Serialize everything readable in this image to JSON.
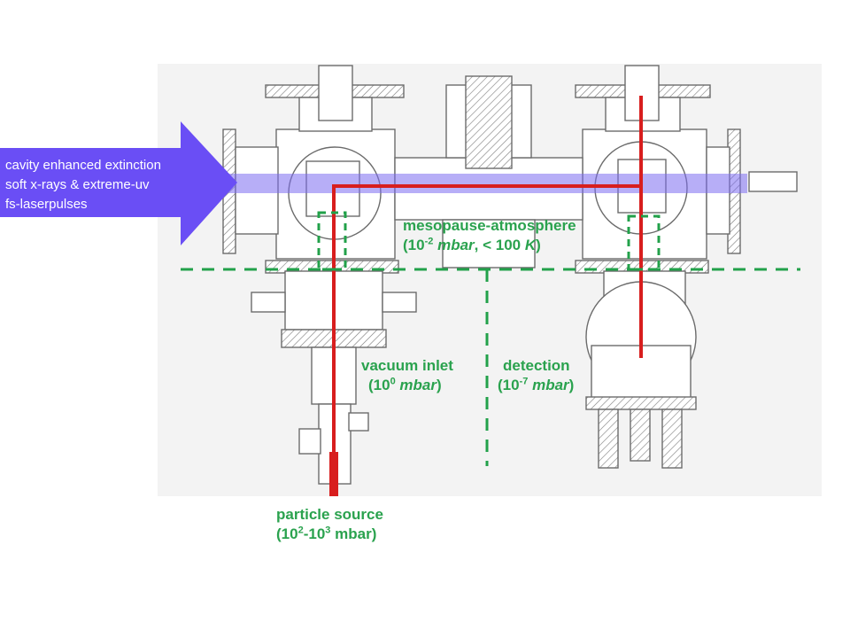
{
  "arrow": {
    "lines": [
      "cavity enhanced extinction",
      "soft x-rays & extreme-uv",
      "fs-laserpulses"
    ],
    "color": "#6a4ef5"
  },
  "labels": {
    "mesopause": {
      "line1": "mesopause-atmosphere",
      "line2_pre": "(10",
      "line2_sup": "-2",
      "line2_italic1": " mbar",
      "line2_mid": ", < 100 ",
      "line2_italic2": "K",
      "line2_post": ")"
    },
    "vacuum_inlet": {
      "line1": "vacuum inlet",
      "line2_pre": "(10",
      "line2_sup": "0",
      "line2_italic": " mbar",
      "line2_post": ")"
    },
    "detection": {
      "line1": "detection",
      "line2_pre": "(10",
      "line2_sup": "-7",
      "line2_italic": " mbar",
      "line2_post": ")"
    },
    "particle_source": {
      "line1": "particle source",
      "line2_pre": "(10",
      "line2_sup1": "2",
      "line2_mid": "-10",
      "line2_sup2": "3",
      "line2_post": " mbar)"
    }
  },
  "colors": {
    "label_green": "#2aa24e",
    "divider_green": "#22a14a",
    "particle_beam_red": "#d81e1e",
    "laser_beam": "#7b6cf0",
    "drawing_gray": "#6b6b6b"
  }
}
